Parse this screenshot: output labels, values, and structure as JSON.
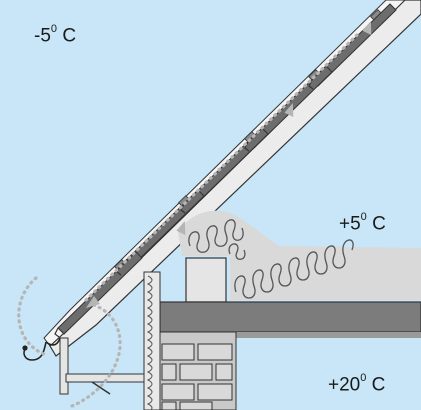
{
  "labels": {
    "outside": {
      "sign_value": "-5",
      "degree": "0",
      "unit": "C"
    },
    "attic": {
      "sign_value": "+5",
      "degree": "0",
      "unit": "C"
    },
    "room": {
      "sign_value": "+20",
      "degree": "0",
      "unit": "C"
    }
  },
  "colors": {
    "sky": "#c8e6f7",
    "tile": "#6d6d6d",
    "board": "#e9e9e9",
    "insulation": "#d9d9d9",
    "slab": "#7c7c7c",
    "brick": "#d9d9d9",
    "outline": "#333333",
    "airflow": "#b5b5b5"
  },
  "icons": {
    "airflow": "airflow-arrow-icon",
    "gutter": "gutter-icon"
  }
}
